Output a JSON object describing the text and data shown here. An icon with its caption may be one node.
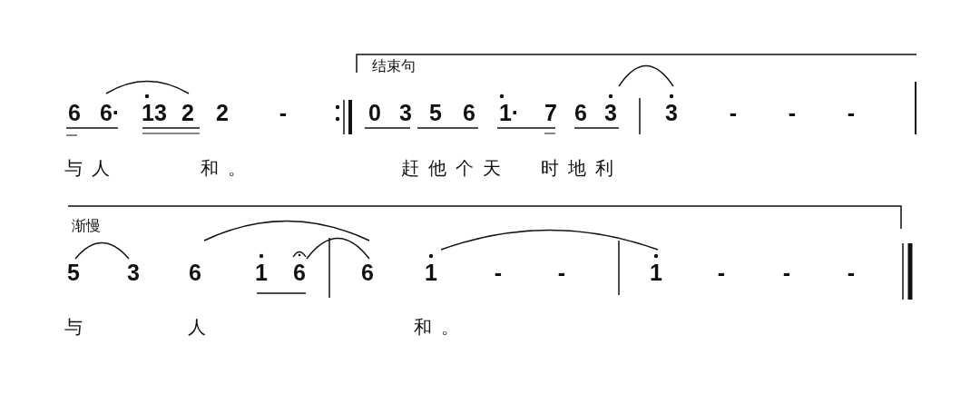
{
  "diagram": {
    "labels": [
      "结束句",
      "6",
      "6·",
      "13",
      "2",
      "2",
      "-",
      "0",
      "3",
      "5",
      "6",
      "1·",
      "7",
      "6",
      "3",
      "3",
      "-",
      "-",
      "-",
      "与人",
      "和。",
      "赶他个天",
      "时地利",
      "渐慢",
      "5",
      "3",
      "6",
      "1",
      "6",
      "6",
      "1",
      "-",
      "-",
      "1",
      "-",
      "-",
      "-",
      "与",
      "人",
      "和。"
    ]
  }
}
